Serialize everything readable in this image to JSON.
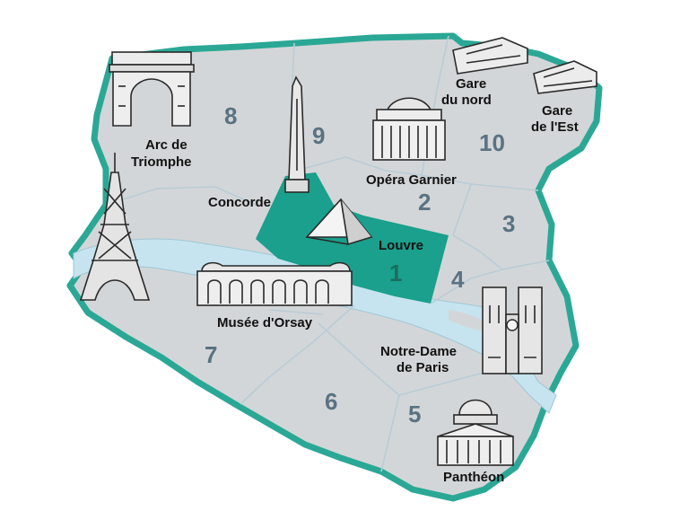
{
  "colors": {
    "outline": "#2aa895",
    "district_fill": "#d3d6d8",
    "district_line": "#b9ccd6",
    "river": "#c6e4ef",
    "highlight": "#1aa08c",
    "number": "#5a7281"
  },
  "districts": [
    {
      "id": "1",
      "label": "1"
    },
    {
      "id": "2",
      "label": "2"
    },
    {
      "id": "3",
      "label": "3"
    },
    {
      "id": "4",
      "label": "4"
    },
    {
      "id": "5",
      "label": "5"
    },
    {
      "id": "6",
      "label": "6"
    },
    {
      "id": "7",
      "label": "7"
    },
    {
      "id": "8",
      "label": "8"
    },
    {
      "id": "9",
      "label": "9"
    },
    {
      "id": "10",
      "label": "10"
    }
  ],
  "landmarks": {
    "arc": {
      "line1": "Arc de",
      "line2": "Triomphe",
      "icon": "arc-de-triomphe-icon"
    },
    "concorde": {
      "label": "Concorde",
      "icon": "obelisk-icon"
    },
    "opera": {
      "label": "Opéra Garnier",
      "icon": "opera-house-icon"
    },
    "louvre": {
      "label": "Louvre",
      "icon": "pyramid-icon"
    },
    "orsay": {
      "label": "Musée d'Orsay",
      "icon": "museum-icon"
    },
    "notredame": {
      "line1": "Notre-Dame",
      "line2": "de Paris",
      "icon": "cathedral-icon"
    },
    "pantheon": {
      "label": "Panthéon",
      "icon": "pantheon-icon"
    },
    "gare_nord": {
      "line1": "Gare",
      "line2": "du nord",
      "icon": "train-icon"
    },
    "gare_est": {
      "line1": "Gare",
      "line2": "de l'Est",
      "icon": "train-icon"
    },
    "eiffel": {
      "icon": "eiffel-tower-icon"
    }
  }
}
